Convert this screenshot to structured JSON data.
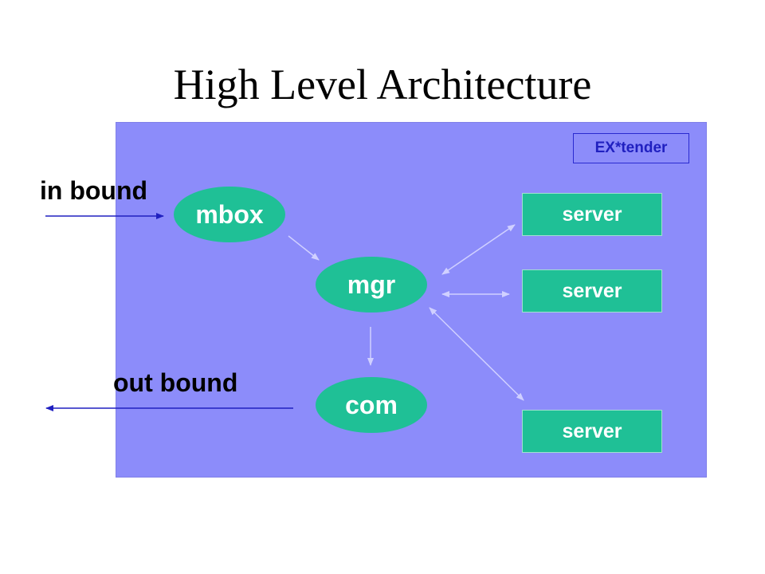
{
  "slide": {
    "title": "High Level Architecture"
  },
  "diagram": {
    "container_label": "EX*tender",
    "nodes": {
      "mbox": "mbox",
      "mgr": "mgr",
      "com": "com"
    },
    "servers": [
      "server",
      "server",
      "server"
    ],
    "inbound_label": "in bound",
    "outbound_label": "out bound"
  },
  "colors": {
    "panel": "#8c8cfa",
    "node_fill": "#1fc096",
    "node_text": "#ffffff",
    "arrow_dark": "#2020c0",
    "arrow_light": "#d0d0ff"
  }
}
